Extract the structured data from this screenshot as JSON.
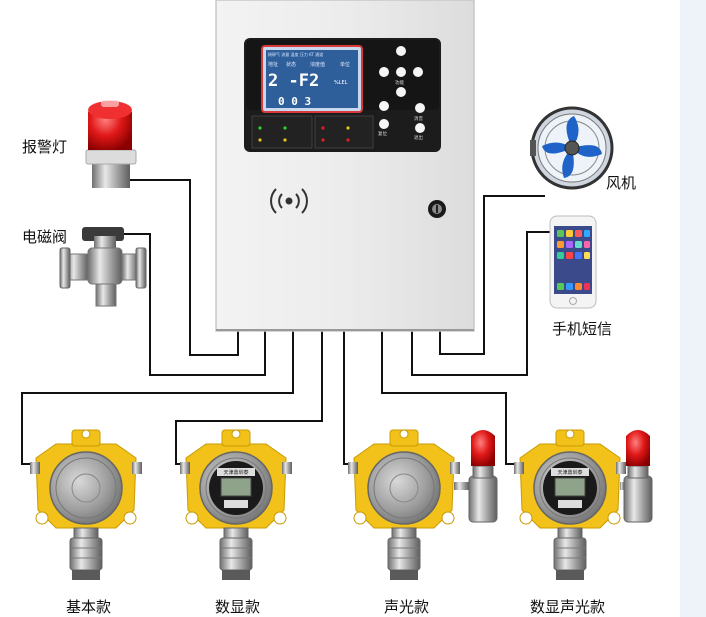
{
  "labels": {
    "alarm_light": "报警灯",
    "solenoid_valve": "电磁阀",
    "fan": "风机",
    "sms": "手机短信",
    "basic": "基本款",
    "digital": "数显款",
    "sound_light": "声光款",
    "digital_sound_light": "数显声光款"
  },
  "lcd": {
    "header": "稀释气 流量 温度 压力 KT 通道",
    "row1_labels": [
      "地址",
      "状态",
      "浓度值",
      "单位"
    ],
    "main_value": "2 -F2",
    "sub_value": "0 0 3",
    "unit": "%LEL"
  },
  "panel_buttons": [
    "功能",
    "复位",
    "消音",
    "退出"
  ],
  "detector_screen_text": "天津鼎圳泰",
  "colors": {
    "cabinet": "#eeeeee",
    "panel": "#1a1a1a",
    "lcd": "#2f5f9a",
    "wire": "#111111",
    "detector_yellow": "#f2c21a",
    "detector_head": "#9a9a9a",
    "alarm_red": "#e11a1a"
  }
}
